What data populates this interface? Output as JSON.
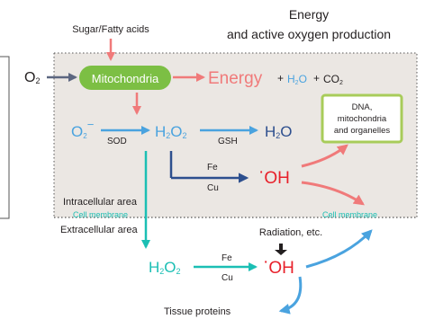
{
  "header": {
    "sugar_label": "Sugar/Fatty acids",
    "title_line1": "Energy",
    "title_line2": "and active oxygen production"
  },
  "nodes": {
    "o2": {
      "main": "O",
      "sub": "2"
    },
    "mitochondria": "Mitochondria",
    "energy": "Energy",
    "plus1": "+",
    "h2o_small": {
      "a": "H",
      "sub": "2",
      "b": "O"
    },
    "plus2": "+",
    "co2": {
      "a": "CO",
      "sub": "2"
    },
    "superoxide": {
      "main": "O",
      "sub": "2",
      "sup": "−"
    },
    "h2o2": {
      "a": "H",
      "sub": "2",
      "b": "O",
      "sub2": "2"
    },
    "h2o": {
      "a": "H",
      "sub": "2",
      "b": "O"
    },
    "oh1": {
      "dot": "·",
      "main": "OH"
    },
    "h2o2_outside": {
      "a": "H",
      "sub": "2",
      "b": "O",
      "sub2": "2"
    },
    "oh2": {
      "dot": "·",
      "main": "OH"
    }
  },
  "enzymes": {
    "sod": "SOD",
    "gsh": "GSH",
    "fe1": "Fe",
    "cu1": "Cu",
    "fe2": "Fe",
    "cu2": "Cu"
  },
  "targets": {
    "line1": "DNA,",
    "line2": "mitochondria",
    "line3": "and organelles"
  },
  "areas": {
    "intracellular": "Intracellular area",
    "cell_membrane_left": "Cell membrane",
    "extracellular": "Extracellular area",
    "cell_membrane_right": "Cell membrane"
  },
  "annotations": {
    "radiation": "Radiation, etc.",
    "tissue_proteins": "Tissue proteins"
  },
  "colors": {
    "mito_fill": "#7cbf44",
    "target_border": "#a8cc5a",
    "region_fill": "#ebe7e3",
    "pink": "#f07a7a",
    "blue": "#4aa3df",
    "teal": "#1bbfb4",
    "navy": "#2d4f8e",
    "red": "#e8202a",
    "gray": "#5c6680"
  }
}
